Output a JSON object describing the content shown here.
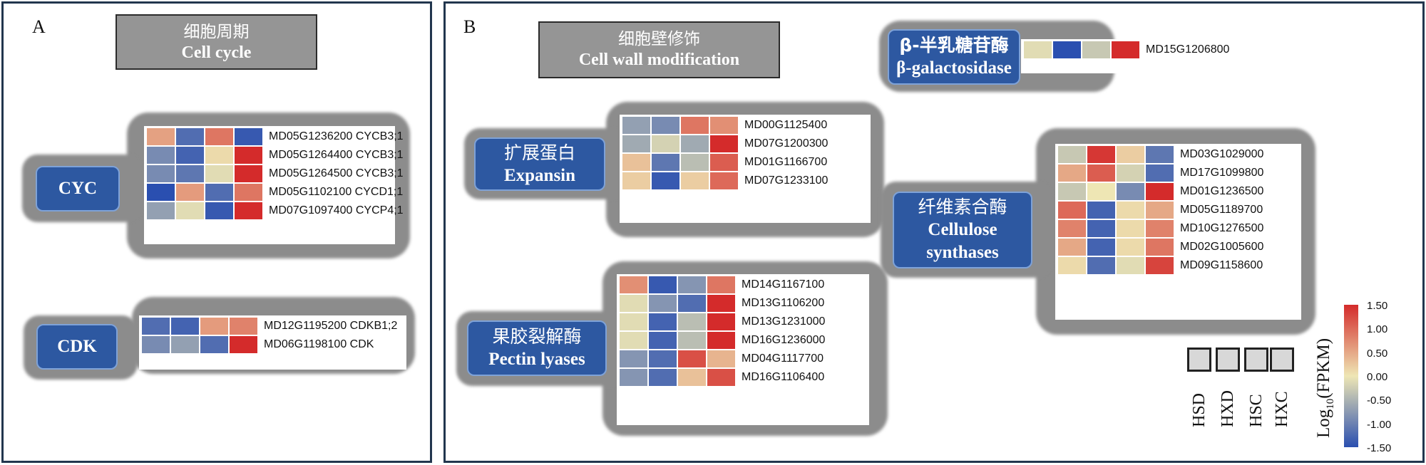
{
  "panel_a": {
    "letter": "A",
    "title_zh": "细胞周期",
    "title_en": "Cell cycle",
    "groups": [
      {
        "key": "cyc",
        "label_en": "CYC",
        "label_zh": "",
        "genes": [
          "MD05G1236200 CYCB3;1",
          "MD05G1264400 CYCB3;1",
          "MD05G1264500 CYCB3;1",
          "MD05G1102100 CYCD1;1",
          "MD07G1097400 CYCP4;1"
        ],
        "values": [
          [
            0.55,
            -1.2,
            0.9,
            -1.4
          ],
          [
            -0.9,
            -1.3,
            0.1,
            1.5
          ],
          [
            -0.9,
            -1.1,
            -0.1,
            1.5
          ],
          [
            -1.5,
            0.6,
            -1.2,
            0.9
          ],
          [
            -0.7,
            -0.1,
            -1.4,
            1.5
          ]
        ]
      },
      {
        "key": "cdk",
        "label_en": "CDK",
        "label_zh": "",
        "genes": [
          "MD12G1195200 CDKB1;2",
          "MD06G1198100 CDK"
        ],
        "values": [
          [
            -1.2,
            -1.3,
            0.6,
            0.8
          ],
          [
            -0.9,
            -0.7,
            -1.2,
            1.5
          ]
        ]
      }
    ]
  },
  "panel_b": {
    "letter": "B",
    "title_zh": "细胞壁修饰",
    "title_en": "Cell wall modification",
    "groups": [
      {
        "key": "expansin",
        "label_zh": "扩展蛋白",
        "label_en": "Expansin",
        "genes": [
          "MD00G1125400",
          "MD07G1200300",
          "MD01G1166700",
          "MD07G1233100"
        ],
        "values": [
          [
            -0.7,
            -0.9,
            0.9,
            0.7
          ],
          [
            -0.6,
            -0.2,
            -0.6,
            1.5
          ],
          [
            0.3,
            -1.1,
            -0.4,
            1.1
          ],
          [
            0.2,
            -1.4,
            0.2,
            1.0
          ]
        ]
      },
      {
        "key": "pectin",
        "label_zh": "果胶裂解酶",
        "label_en": "Pectin lyases",
        "genes": [
          "MD14G1167100",
          "MD13G1106200",
          "MD13G1231000",
          "MD16G1236000",
          "MD04G1117700",
          "MD16G1106400"
        ],
        "values": [
          [
            0.7,
            -1.4,
            -0.8,
            0.9
          ],
          [
            -0.1,
            -0.8,
            -1.2,
            1.5
          ],
          [
            -0.1,
            -1.3,
            -0.4,
            1.5
          ],
          [
            -0.1,
            -1.3,
            -0.4,
            1.5
          ],
          [
            -0.8,
            -1.2,
            1.2,
            0.4
          ],
          [
            -0.8,
            -1.2,
            0.3,
            1.2
          ]
        ]
      },
      {
        "key": "galacto",
        "label_zh": "β-半乳糖苷酶",
        "label_en": "β-galactosidase",
        "genes": [
          "MD15G1206800"
        ],
        "values": [
          [
            -0.1,
            -1.5,
            -0.3,
            1.5
          ]
        ]
      },
      {
        "key": "cellulose",
        "label_zh": "纤维素合酶",
        "label_en": "Cellulose synthases",
        "genes": [
          "MD03G1029000",
          "MD17G1099800",
          "MD01G1236500",
          "MD05G1189700",
          "MD10G1276500",
          "MD02G1005600",
          "MD09G1158600"
        ],
        "values": [
          [
            -0.3,
            1.4,
            0.2,
            -1.1
          ],
          [
            0.5,
            1.1,
            -0.2,
            -1.2
          ],
          [
            -0.3,
            0.0,
            -0.9,
            1.5
          ],
          [
            1.0,
            -1.3,
            0.1,
            0.5
          ],
          [
            0.8,
            -1.3,
            0.1,
            0.8
          ],
          [
            0.5,
            -1.3,
            0.1,
            0.9
          ],
          [
            0.1,
            -1.2,
            -0.1,
            1.3
          ]
        ]
      }
    ]
  },
  "legend": {
    "samples": [
      "HSD",
      "HXD",
      "HSC",
      "HXC"
    ],
    "colorbar_title": "Log10(FPKM)",
    "colorbar_title_base": "Log",
    "colorbar_title_sub": "10",
    "colorbar_title_rest": "(FPKM)",
    "ticks": [
      "1.50",
      "1.00",
      "0.50",
      "0.00",
      "-0.50",
      "-1.00",
      "-1.50"
    ],
    "range": [
      -1.5,
      1.5
    ],
    "colors": {
      "low": "#2a4fb0",
      "mid": "#eee6b4",
      "high": "#d42b2b"
    }
  }
}
